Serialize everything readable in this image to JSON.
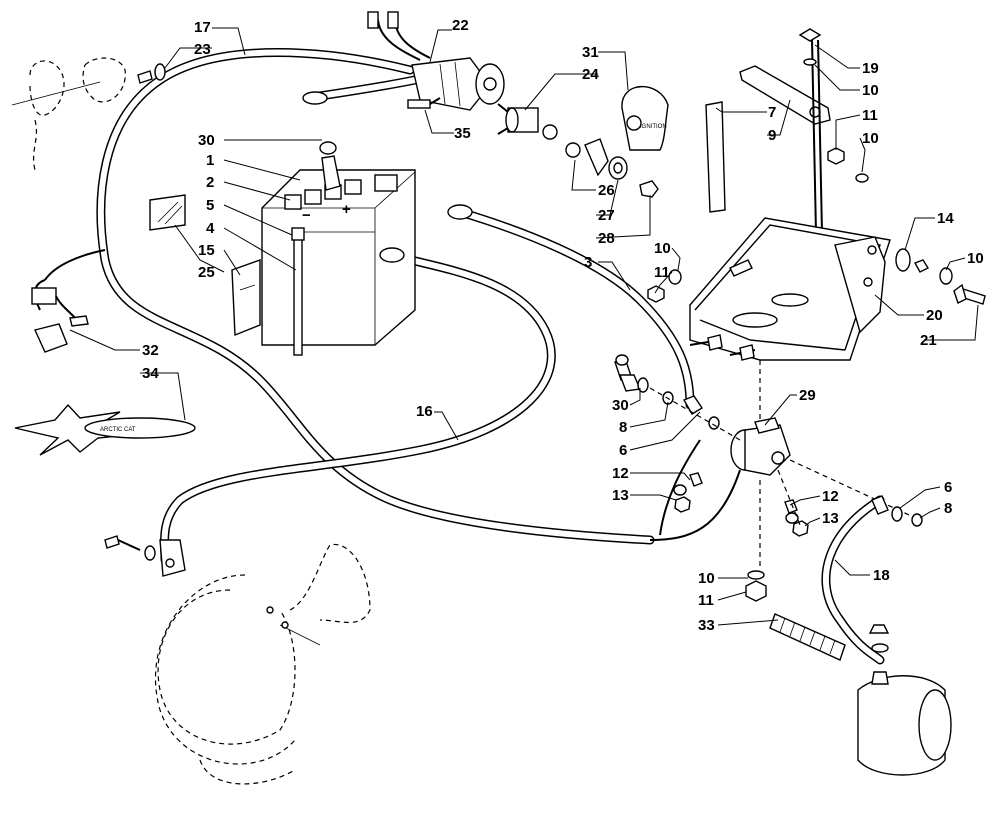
{
  "diagram": {
    "callouts": {
      "c1": "1",
      "c2": "2",
      "c3": "3",
      "c4": "4",
      "c5": "5",
      "c6a": "6",
      "c6b": "6",
      "c7": "7",
      "c8a": "8",
      "c8b": "8",
      "c9": "9",
      "c10a": "10",
      "c10b": "10",
      "c10c": "10",
      "c10d": "10",
      "c10e": "10",
      "c11a": "11",
      "c11b": "11",
      "c11c": "11",
      "c12a": "12",
      "c12b": "12",
      "c13a": "13",
      "c13b": "13",
      "c14": "14",
      "c15": "15",
      "c16": "16",
      "c17": "17",
      "c18": "18",
      "c19": "19",
      "c20": "20",
      "c21": "21",
      "c22": "22",
      "c23": "23",
      "c24": "24",
      "c25": "25",
      "c26": "26",
      "c27": "27",
      "c28": "28",
      "c29": "29",
      "c30a": "30",
      "c30b": "30",
      "c31": "31",
      "c32": "32",
      "c33": "33",
      "c34": "34",
      "c35": "35"
    }
  }
}
